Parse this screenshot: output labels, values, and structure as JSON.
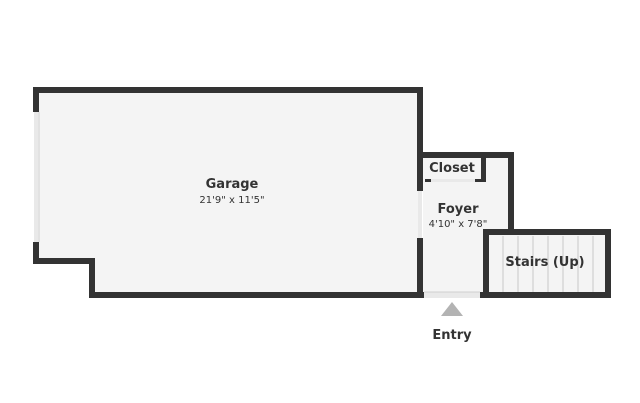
{
  "rooms": {
    "garage": {
      "name": "Garage",
      "dimensions": "21'9\" x 11'5\""
    },
    "foyer": {
      "name": "Foyer",
      "dimensions": "4'10\" x 7'8\""
    },
    "closet": {
      "name": "Closet"
    },
    "stairs": {
      "name": "Stairs (Up)"
    }
  },
  "entry": {
    "label": "Entry"
  },
  "colors": {
    "wall": "#333333",
    "floor": "#f4f4f4",
    "opening": "#e9e9e9",
    "entry_arrow": "#b3b3b3",
    "text": "#333333"
  }
}
